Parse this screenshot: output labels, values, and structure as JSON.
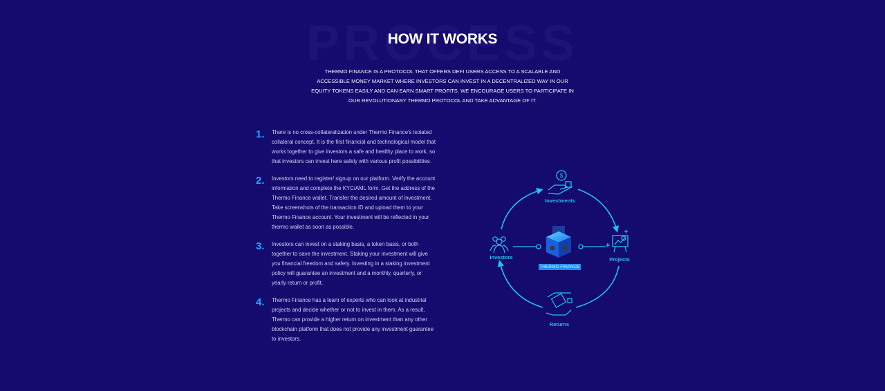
{
  "background_word": "PROCESS",
  "section": {
    "title": "HOW IT WORKS",
    "intro": "THERMO FINANCE IS A PROTOCOL THAT OFFERS DEFI USERS ACCESS TO A SCALABLE AND ACCESSIBLE MONEY MARKET WHERE INVESTORS CAN INVEST IN A DECENTRALIZED WAY IN OUR EQUITY TOKENS EASILY AND CAN EARN SMART PROFITS. WE ENCOURAGE USERS TO PARTICIPATE IN OUR REVOLUTIONARY THERMO PROTOCOL AND TAKE ADVANTAGE OF IT."
  },
  "steps": [
    {
      "number": "1.",
      "text": "There is no cross-collateralization under Thermo Finance's isolated collateral concept. It is the first financial and technological model that works together to give investors a safe and healthy place to work, so that investors can invest here safely with various profit possibilities."
    },
    {
      "number": "2.",
      "text": "Investors need to register/ signup on our platform. Verify the account information and complete the KYC/AML form. Get the address of the Thermo Finance wallet. Transfer the desired amount of investment. Take screenshots of the transaction ID and upload them to your Thermo Finance account. Your investment will be reflected in your thermo wallet as soon as possible."
    },
    {
      "number": "3.",
      "text": "Investors can invest on a staking basis, a token basis, or both together to save the investment. Staking your investment will give you financial freedom and safety. Investing in a staking investment policy will guarantee an investment and a monthly, quarterly, or yearly return or profit."
    },
    {
      "number": "4.",
      "text": "Thermo Finance has a team of experts who can look at industrial projects and decide whether or not to invest in them. As a result, Thermo can provide a higher return on investment than any other blockchain platform that does not provide any investment guarantee to investors."
    }
  ],
  "diagram": {
    "investments": "Investments",
    "projects": "Projects",
    "returns": "Returns",
    "investors": "Investors",
    "center": "THERMO FINANCE"
  },
  "colors": {
    "background": "#150b6e",
    "accent": "#19a8ff",
    "diagram_line": "#1ec3f2"
  }
}
